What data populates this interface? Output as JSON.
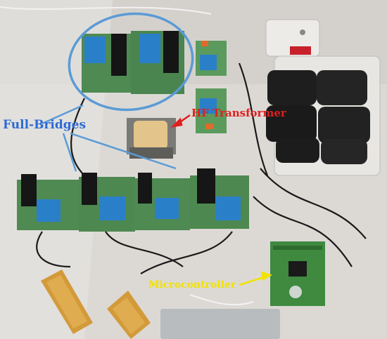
{
  "labels": {
    "full_bridges": "Full-Bridges",
    "hf_transformer": "HF Transformer",
    "microcontroller": "Microcontroller"
  },
  "colors": {
    "full_bridges_label": "#2c6bd6",
    "hf_transformer_label": "#e01f1f",
    "microcontroller_label": "#f2e200",
    "annotation_circle": "#5b9bd5",
    "pcb_green": "#4f8a52",
    "relay_blue": "#2a7fc9",
    "adapter_black": "#1e1e1e",
    "resistor_gold": "#d39a3a",
    "table_background": "#dcd9d5"
  }
}
